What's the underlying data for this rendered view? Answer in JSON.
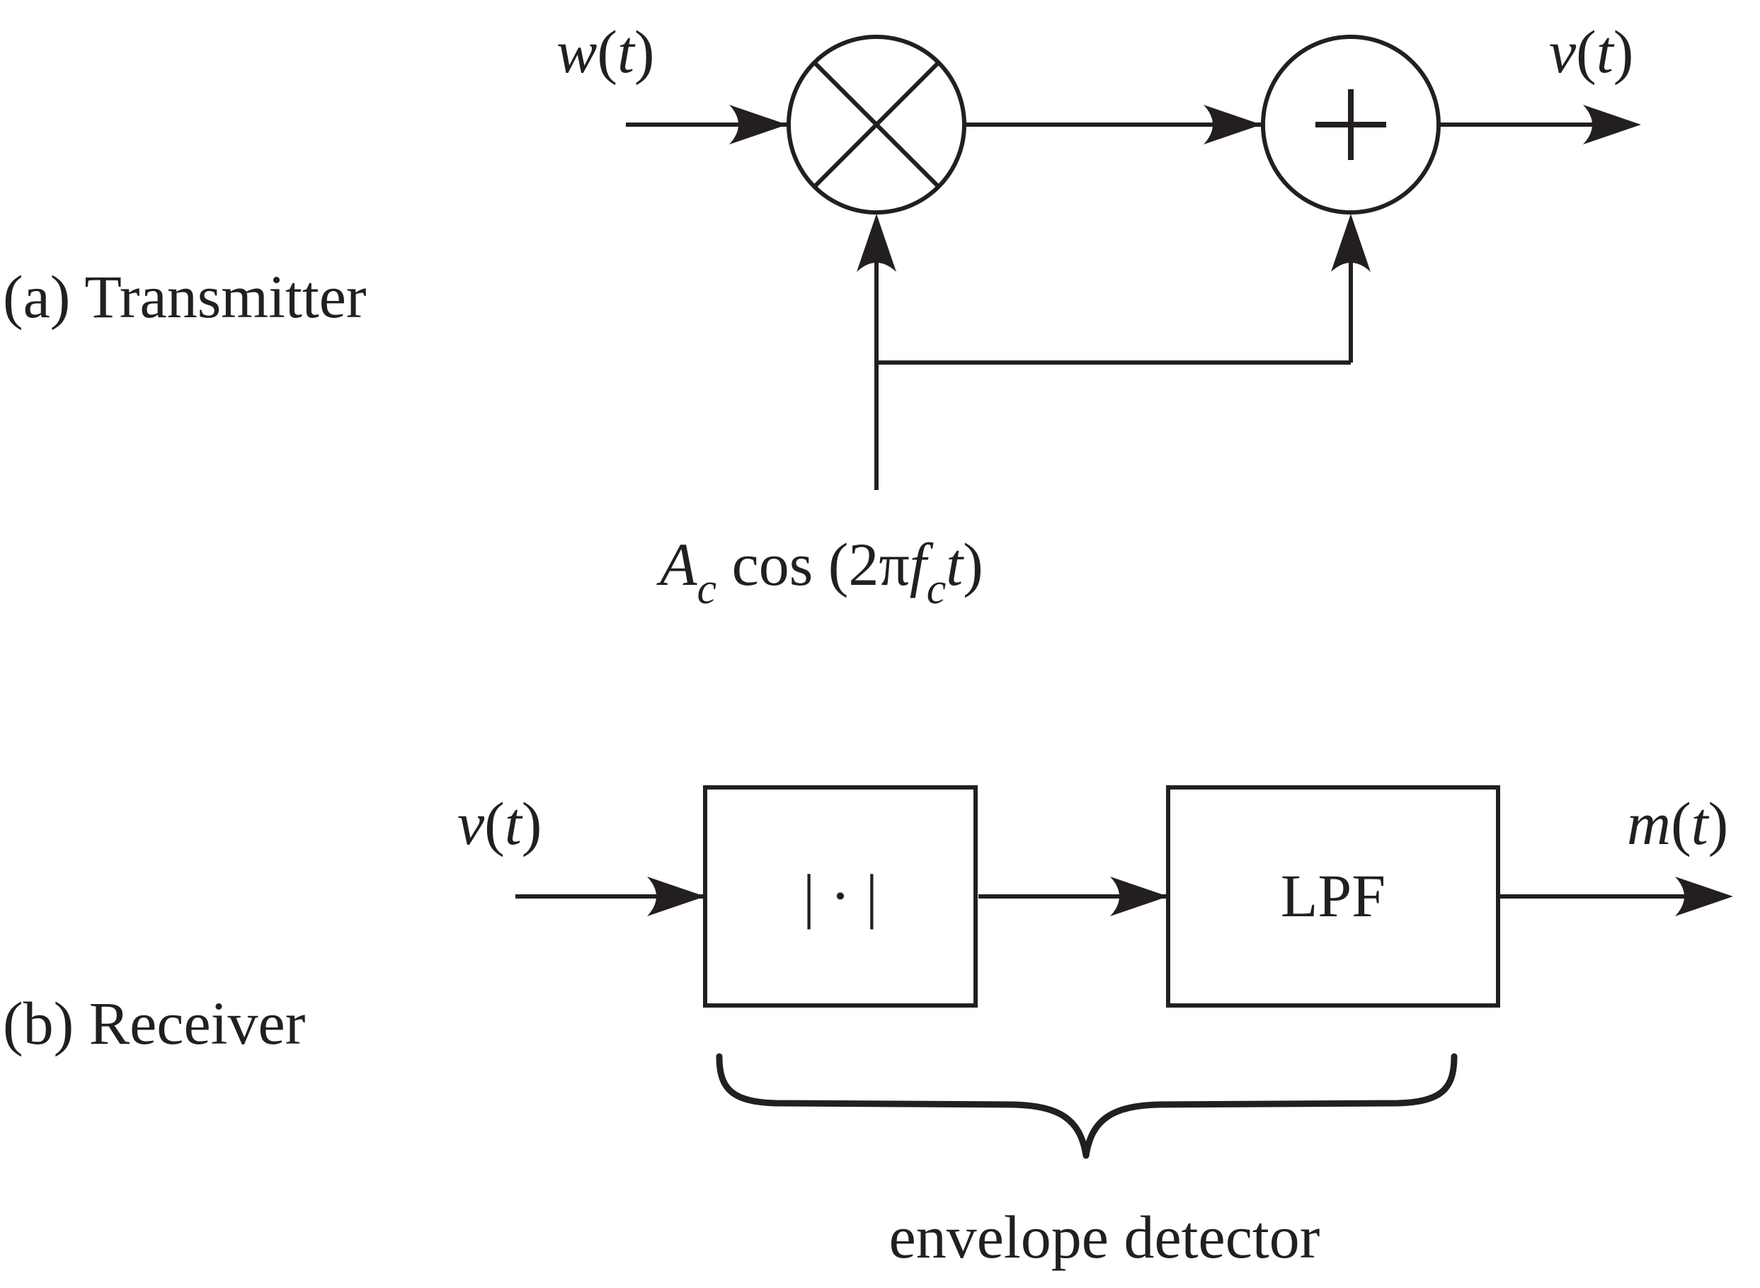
{
  "transmitter": {
    "label": "(a) Transmitter",
    "input_signal": {
      "var": "w",
      "lparen": "(",
      "arg": "t",
      "rparen": ")"
    },
    "output_signal": {
      "var": "v",
      "lparen": "(",
      "arg": "t",
      "rparen": ")"
    },
    "multiplier": {
      "type": "multiplier",
      "symbol": "×"
    },
    "adder": {
      "type": "summer",
      "symbol": "+"
    },
    "carrier": {
      "amp": "A",
      "amp_sub": "c",
      "func": " cos (2π",
      "freq": "f",
      "freq_sub": "c",
      "time": "t",
      "close": ")"
    }
  },
  "receiver": {
    "label": "(b) Receiver",
    "input_signal": {
      "var": "v",
      "lparen": "(",
      "arg": "t",
      "rparen": ")"
    },
    "output_signal": {
      "var": "m",
      "lparen": "(",
      "arg": "t",
      "rparen": ")"
    },
    "abs_block": {
      "text": "| · |"
    },
    "lpf_block": {
      "text": "LPF"
    },
    "group_label": "envelope detector"
  },
  "colors": {
    "ink": "#231f20",
    "background": "#ffffff"
  }
}
